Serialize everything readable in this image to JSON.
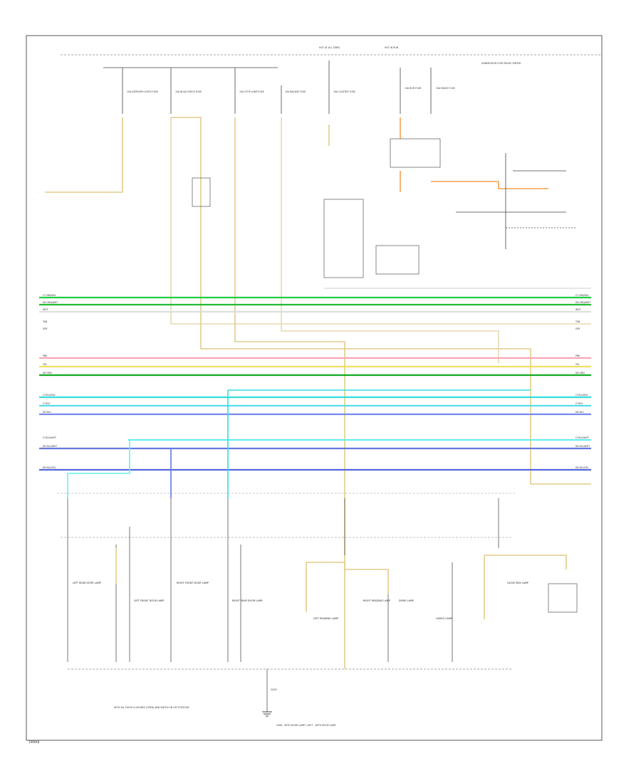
{
  "page_id": "199048",
  "diagram": {
    "fuse_heading_left": "HOT AT ALL TIMES",
    "fuse_heading_right": "HOT IN RUN",
    "fuses": [
      {
        "label": "15A INTERIOR LIGHTS FUSE"
      },
      {
        "label": "10A BULB CHECK FUSE"
      },
      {
        "label": "10A STOP LAMP FUSE"
      },
      {
        "label": "10A BACKUP FUSE"
      },
      {
        "label": "10A CLUSTER FUSE"
      },
      {
        "label": "10A BCM FUSE"
      },
      {
        "label": "10A RADIO FUSE"
      }
    ],
    "top_right_note": "UNDERHOOD FUSE RELAY CENTER",
    "bus_wires": [
      {
        "left": "LT GRN/BLK",
        "right": "LT GRN/BLK",
        "color": "#22cc44"
      },
      {
        "left": "DK GRN/WHT",
        "right": "DK GRN/WHT",
        "color": "#22bb33"
      },
      {
        "left": "WHT",
        "right": "WHT",
        "color": "#dddddd"
      },
      {
        "left": "TAN",
        "right": "TAN",
        "color": "#e8d8b0"
      },
      {
        "left": "GRY",
        "right": "GRY",
        "color": "#cccccc"
      },
      {
        "left": "PNK",
        "right": "PNK",
        "color": "#f6a6b6"
      },
      {
        "left": "YEL",
        "right": "YEL",
        "color": "#f0e060"
      },
      {
        "left": "DK GRN",
        "right": "DK GRN",
        "color": "#11aa22"
      },
      {
        "left": "LT BLU/BLK",
        "right": "LT BLU/BLK",
        "color": "#33dddd"
      },
      {
        "left": "LT BLU",
        "right": "LT BLU",
        "color": "#55ddee"
      },
      {
        "left": "DK BLU",
        "right": "DK BLU",
        "color": "#7788ee"
      },
      {
        "left": "LT BLU/WHT",
        "right": "LT BLU/WHT",
        "color": "#66eeee"
      },
      {
        "left": "DK BLU/WHT",
        "right": "DK BLU/WHT",
        "color": "#6677dd"
      },
      {
        "left": "DK BLU/YEL",
        "right": "DK BLU/YEL",
        "color": "#5566dd"
      }
    ],
    "lower_components": [
      {
        "label": "LEFT REAR DOOR LAMP"
      },
      {
        "label": "LEFT FRONT DOOR LAMP"
      },
      {
        "label": "RIGHT FRONT DOOR LAMP"
      },
      {
        "label": "RIGHT REAR DOOR LAMP"
      },
      {
        "label": "LEFT READING LAMP"
      },
      {
        "label": "RIGHT READING LAMP"
      },
      {
        "label": "DOME LAMP"
      },
      {
        "label": "CARGO LAMP"
      },
      {
        "label": "GLOVE BOX LAMP"
      }
    ],
    "splice_label": "G200",
    "bottom_notes_left": "WITH ALL DOOR CLOSURES (OPEN) AND SWITCH IN OFF POSITION",
    "bottom_notes_right": "2006 - WITH DOOR LAMP / 2007 - WITH DOOR LAMP"
  },
  "colors": {
    "wire_tan": "#e2cc8a",
    "wire_yellow": "#f0e060",
    "wire_orange": "#f4a050",
    "frame": "#555555"
  }
}
